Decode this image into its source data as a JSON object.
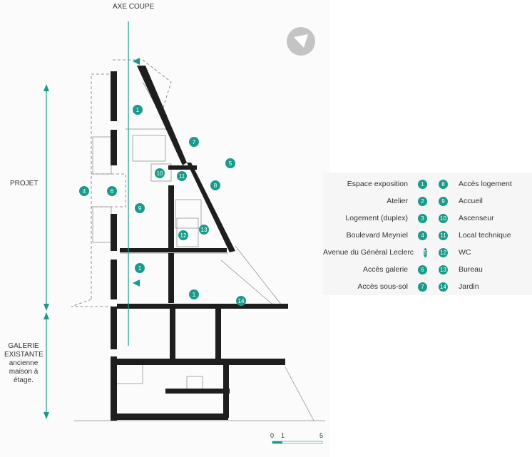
{
  "colors": {
    "accent": "#1a9b8a",
    "wall": "#1e1e1e",
    "compass": "#c4c4c4"
  },
  "icons": {
    "compass": "north-arrow-icon"
  },
  "top_label": "AXE COUPE",
  "side": {
    "projet": "PROJET",
    "galerie_line1": "GALERIE",
    "galerie_line2": "EXISTANTE",
    "galerie_line3": "ancienne",
    "galerie_line4": "maison à",
    "galerie_line5": "étage."
  },
  "scale": {
    "labels": [
      "0",
      "1",
      "5"
    ]
  },
  "markers": [
    "1",
    "1",
    "1",
    "4",
    "5",
    "6",
    "7",
    "8",
    "9",
    "10",
    "11",
    "12",
    "13",
    "14"
  ],
  "legend": {
    "left": [
      {
        "num": "1",
        "label": "Espace exposition"
      },
      {
        "num": "2",
        "label": "Atelier"
      },
      {
        "num": "3",
        "label": "Logement (duplex)"
      },
      {
        "num": "4",
        "label": "Boulevard Meyniel"
      },
      {
        "num": "5",
        "label": "Avenue du Général Leclerc"
      },
      {
        "num": "6",
        "label": "Accès galerie"
      },
      {
        "num": "7",
        "label": "Accès sous-sol"
      }
    ],
    "right": [
      {
        "num": "8",
        "label": "Accès logement"
      },
      {
        "num": "9",
        "label": "Accueil"
      },
      {
        "num": "10",
        "label": "Ascenseur"
      },
      {
        "num": "11",
        "label": "Local technique"
      },
      {
        "num": "12",
        "label": "WC"
      },
      {
        "num": "13",
        "label": "Bureau"
      },
      {
        "num": "14",
        "label": "Jardin"
      }
    ]
  }
}
